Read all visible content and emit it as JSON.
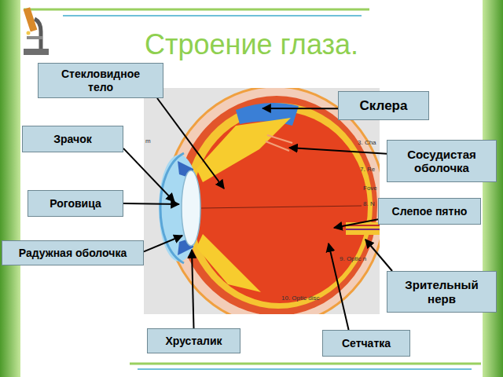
{
  "diagram": {
    "title": "Строение глаза.",
    "nodes": [
      {
        "text": [
          "Стекловидное тело"
        ]
      },
      {
        "text": [
          "Склера"
        ]
      },
      {
        "text": [
          "Зрачок"
        ]
      },
      {
        "text": [
          "Сосудистая оболочка"
        ]
      },
      {
        "text": [
          "Роговица"
        ]
      },
      {
        "text": [
          "Слепое пятно"
        ]
      },
      {
        "text": [
          "Радужная оболочка"
        ]
      },
      {
        "text": [
          "Зрительный нерв"
        ]
      },
      {
        "text": [
          "Хрусталик"
        ]
      },
      {
        "text": [
          "Сетчатка"
        ]
      }
    ],
    "labels": [
      "m",
      "3. Cha",
      "7. Re",
      "Fove",
      "8. N",
      "9. Optic n",
      "10. Optic disc"
    ]
  }
}
